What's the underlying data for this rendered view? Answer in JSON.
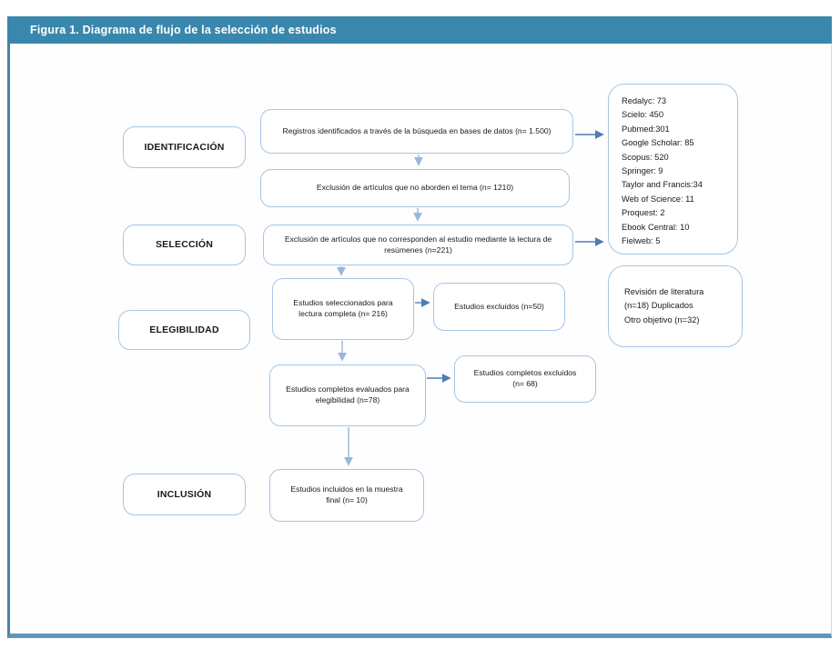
{
  "figure": {
    "title": "Figura 1. Diagrama de flujo de la selección de estudios"
  },
  "stages": [
    {
      "label": "IDENTIFICACIÓN"
    },
    {
      "label": "SELECCIÓN"
    },
    {
      "label": "ELEGIBILIDAD"
    },
    {
      "label": "INCLUSIÓN"
    }
  ],
  "flow": {
    "identified": "Registros identificados a través de la búsqueda en bases de datos (n= 1.500)",
    "excluded_topic": "Exclusión de artículos que no aborden el tema (n= 1210)",
    "excluded_abstract": "Exclusión de artículos que no corresponden al estudio mediante la lectura de resúmenes (n=221)",
    "selected_fulltext": "Estudios seleccionados para lectura completa (n= 216)",
    "excluded_studies": "Estudios excluidos (n=50)",
    "fulltext_assessed": "Estudios completos evaluados para elegibilidad (n=78)",
    "fulltext_excluded": "Estudios completos excluidos (n= 68)",
    "included_final": "Estudios incluidos en la muestra final (n= 10)"
  },
  "databases": {
    "lines": [
      "Redalyc: 73",
      "Scielo: 450",
      "Pubmed:301",
      "Google Scholar: 85",
      "Scopus: 520",
      "Springer: 9",
      "Taylor and Francis:34",
      "Web of Science: 11",
      "Proquest: 2",
      "Ebook Central: 10",
      "Fielweb: 5"
    ]
  },
  "exclusion_reasons": {
    "lines": [
      "Revisión de literatura",
      "(n=18) Duplicados",
      "Otro objetivo (n=32)"
    ]
  },
  "colors": {
    "caption_bar": "#3a87ad",
    "box_border": "#a5c6e5",
    "arrow_vertical": "#9ab7dc",
    "arrow_horizontal": "#4f7db3"
  }
}
